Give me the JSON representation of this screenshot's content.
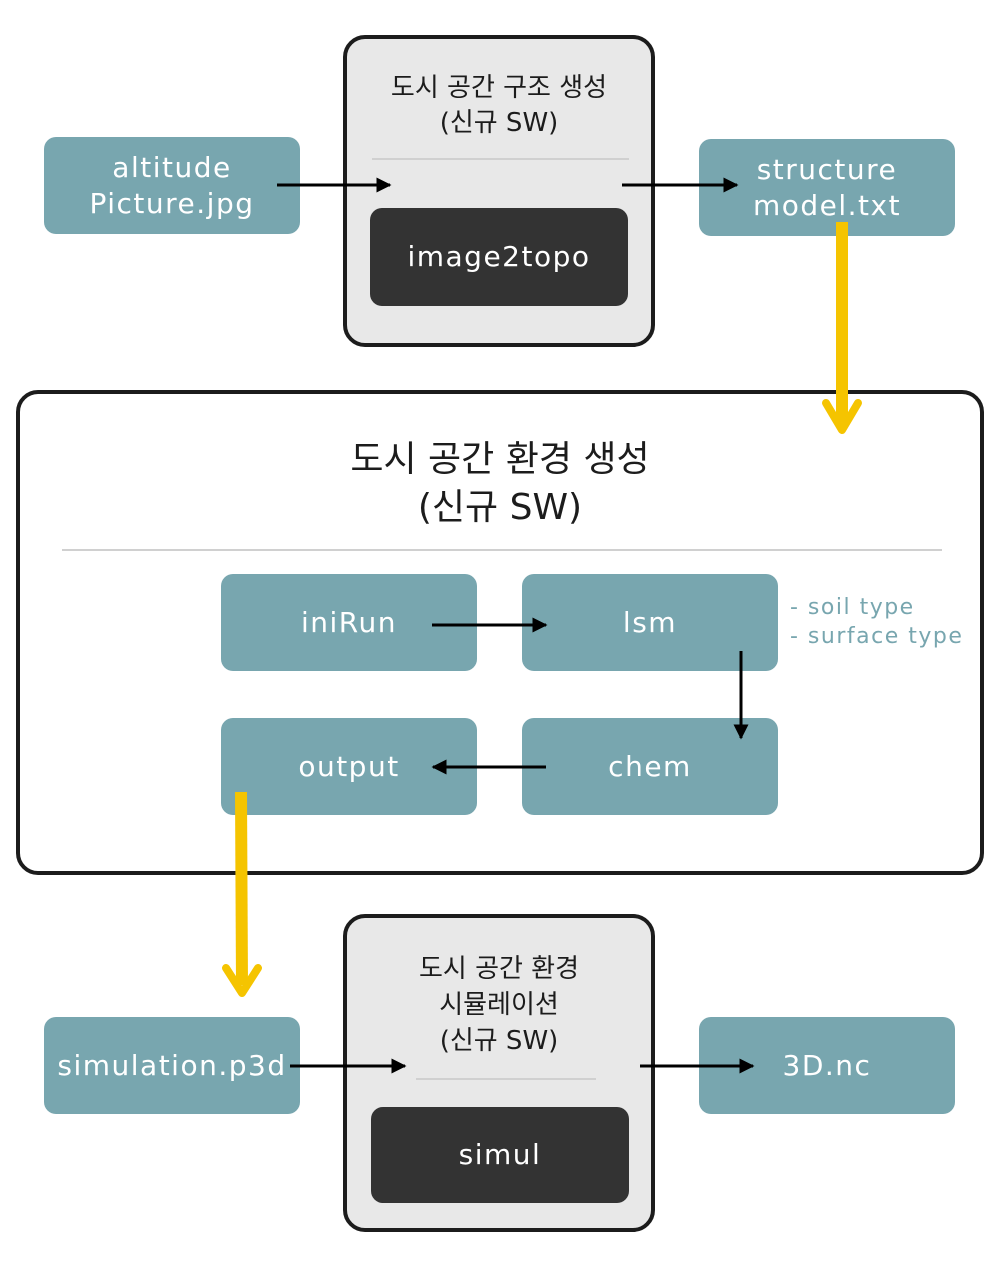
{
  "inputs": {
    "altitude_picture": "altitude\nPicture.jpg",
    "structure_model": "structure\nmodel.txt",
    "simulation_p3d": "simulation.p3d",
    "output_nc": "3D.nc"
  },
  "panel_structure": {
    "title": "도시 공간 구조 생성\n(신규 SW)",
    "tool": "image2topo"
  },
  "panel_environment": {
    "title": "도시 공간 환경 생성\n(신규 SW)",
    "modules": {
      "inirun": "iniRun",
      "lsm": "lsm",
      "chem": "chem",
      "output": "output"
    },
    "lsm_notes": [
      "- soil type",
      "- surface type"
    ]
  },
  "panel_simulation": {
    "title": "도시 공간 환경\n시뮬레이션\n(신규 SW)",
    "tool": "simul"
  },
  "colors": {
    "file_box": "#78a6af",
    "tool_box": "#333333",
    "panel_bg": "#e8e8e8",
    "flow_arrow": "#f5c400",
    "arrow": "#000000"
  }
}
